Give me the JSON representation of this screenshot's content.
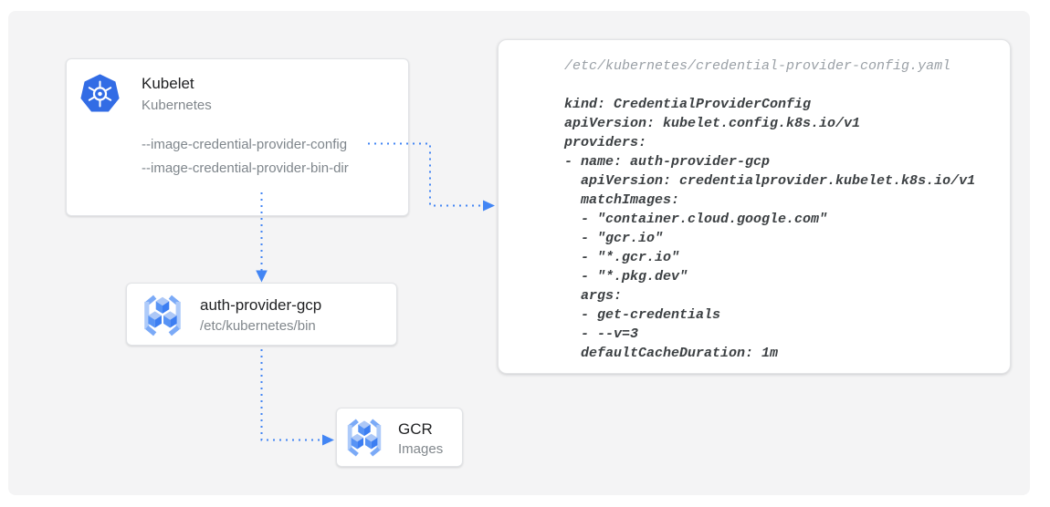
{
  "diagram": {
    "kubelet": {
      "title": "Kubelet",
      "subtitle": "Kubernetes",
      "flag_config": "--image-credential-provider-config",
      "flag_bin_dir": "--image-credential-provider-bin-dir"
    },
    "auth_provider": {
      "title": "auth-provider-gcp",
      "subtitle": "/etc/kubernetes/bin"
    },
    "gcr": {
      "title": "GCR",
      "subtitle": "Images"
    },
    "config_file": {
      "path": "/etc/kubernetes/credential-provider-config.yaml",
      "yaml": "kind: CredentialProviderConfig\napiVersion: kubelet.config.k8s.io/v1\nproviders:\n- name: auth-provider-gcp\n  apiVersion: credentialprovider.kubelet.k8s.io/v1\n  matchImages:\n  - \"container.cloud.google.com\"\n  - \"gcr.io\"\n  - \"*.gcr.io\"\n  - \"*.pkg.dev\"\n  args:\n  - get-credentials\n  - --v=3\n  defaultCacheDuration: 1m"
    },
    "icons": {
      "kubelet": "kubernetes-logo",
      "auth_provider": "container-registry-icon",
      "gcr": "container-registry-icon"
    },
    "colors": {
      "arrow_blue": "#4285f4",
      "kubernetes_blue": "#326ce5",
      "panel_background": "#f4f4f5"
    }
  }
}
